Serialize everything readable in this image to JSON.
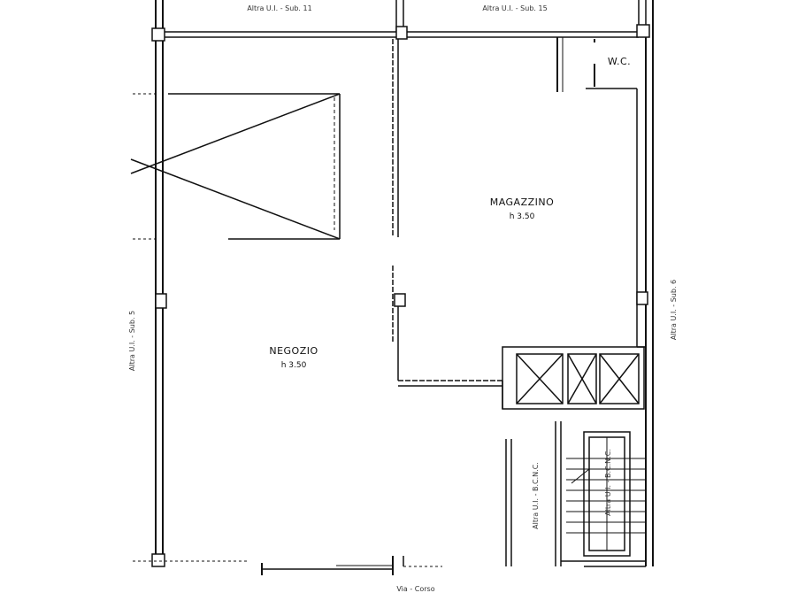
{
  "rooms": {
    "magazzino": {
      "name": "MAGAZZINO",
      "height": "h 3.50"
    },
    "negozio": {
      "name": "NEGOZIO",
      "height": "h 3.50"
    },
    "wc": {
      "name": "W.C."
    }
  },
  "neighbors": {
    "top_left": "Altra U.I. - Sub. 11",
    "top_right": "Altra U.I. - Sub. 15",
    "left": "Altra U.I. - Sub. 5",
    "right": "Altra U.I. - Sub. 6",
    "stair_left": "Altra U.I. - B.C.N.C.",
    "stair_right": "Altra U.I. - B.C.N.C."
  },
  "bottom_label": "Via - Corso"
}
